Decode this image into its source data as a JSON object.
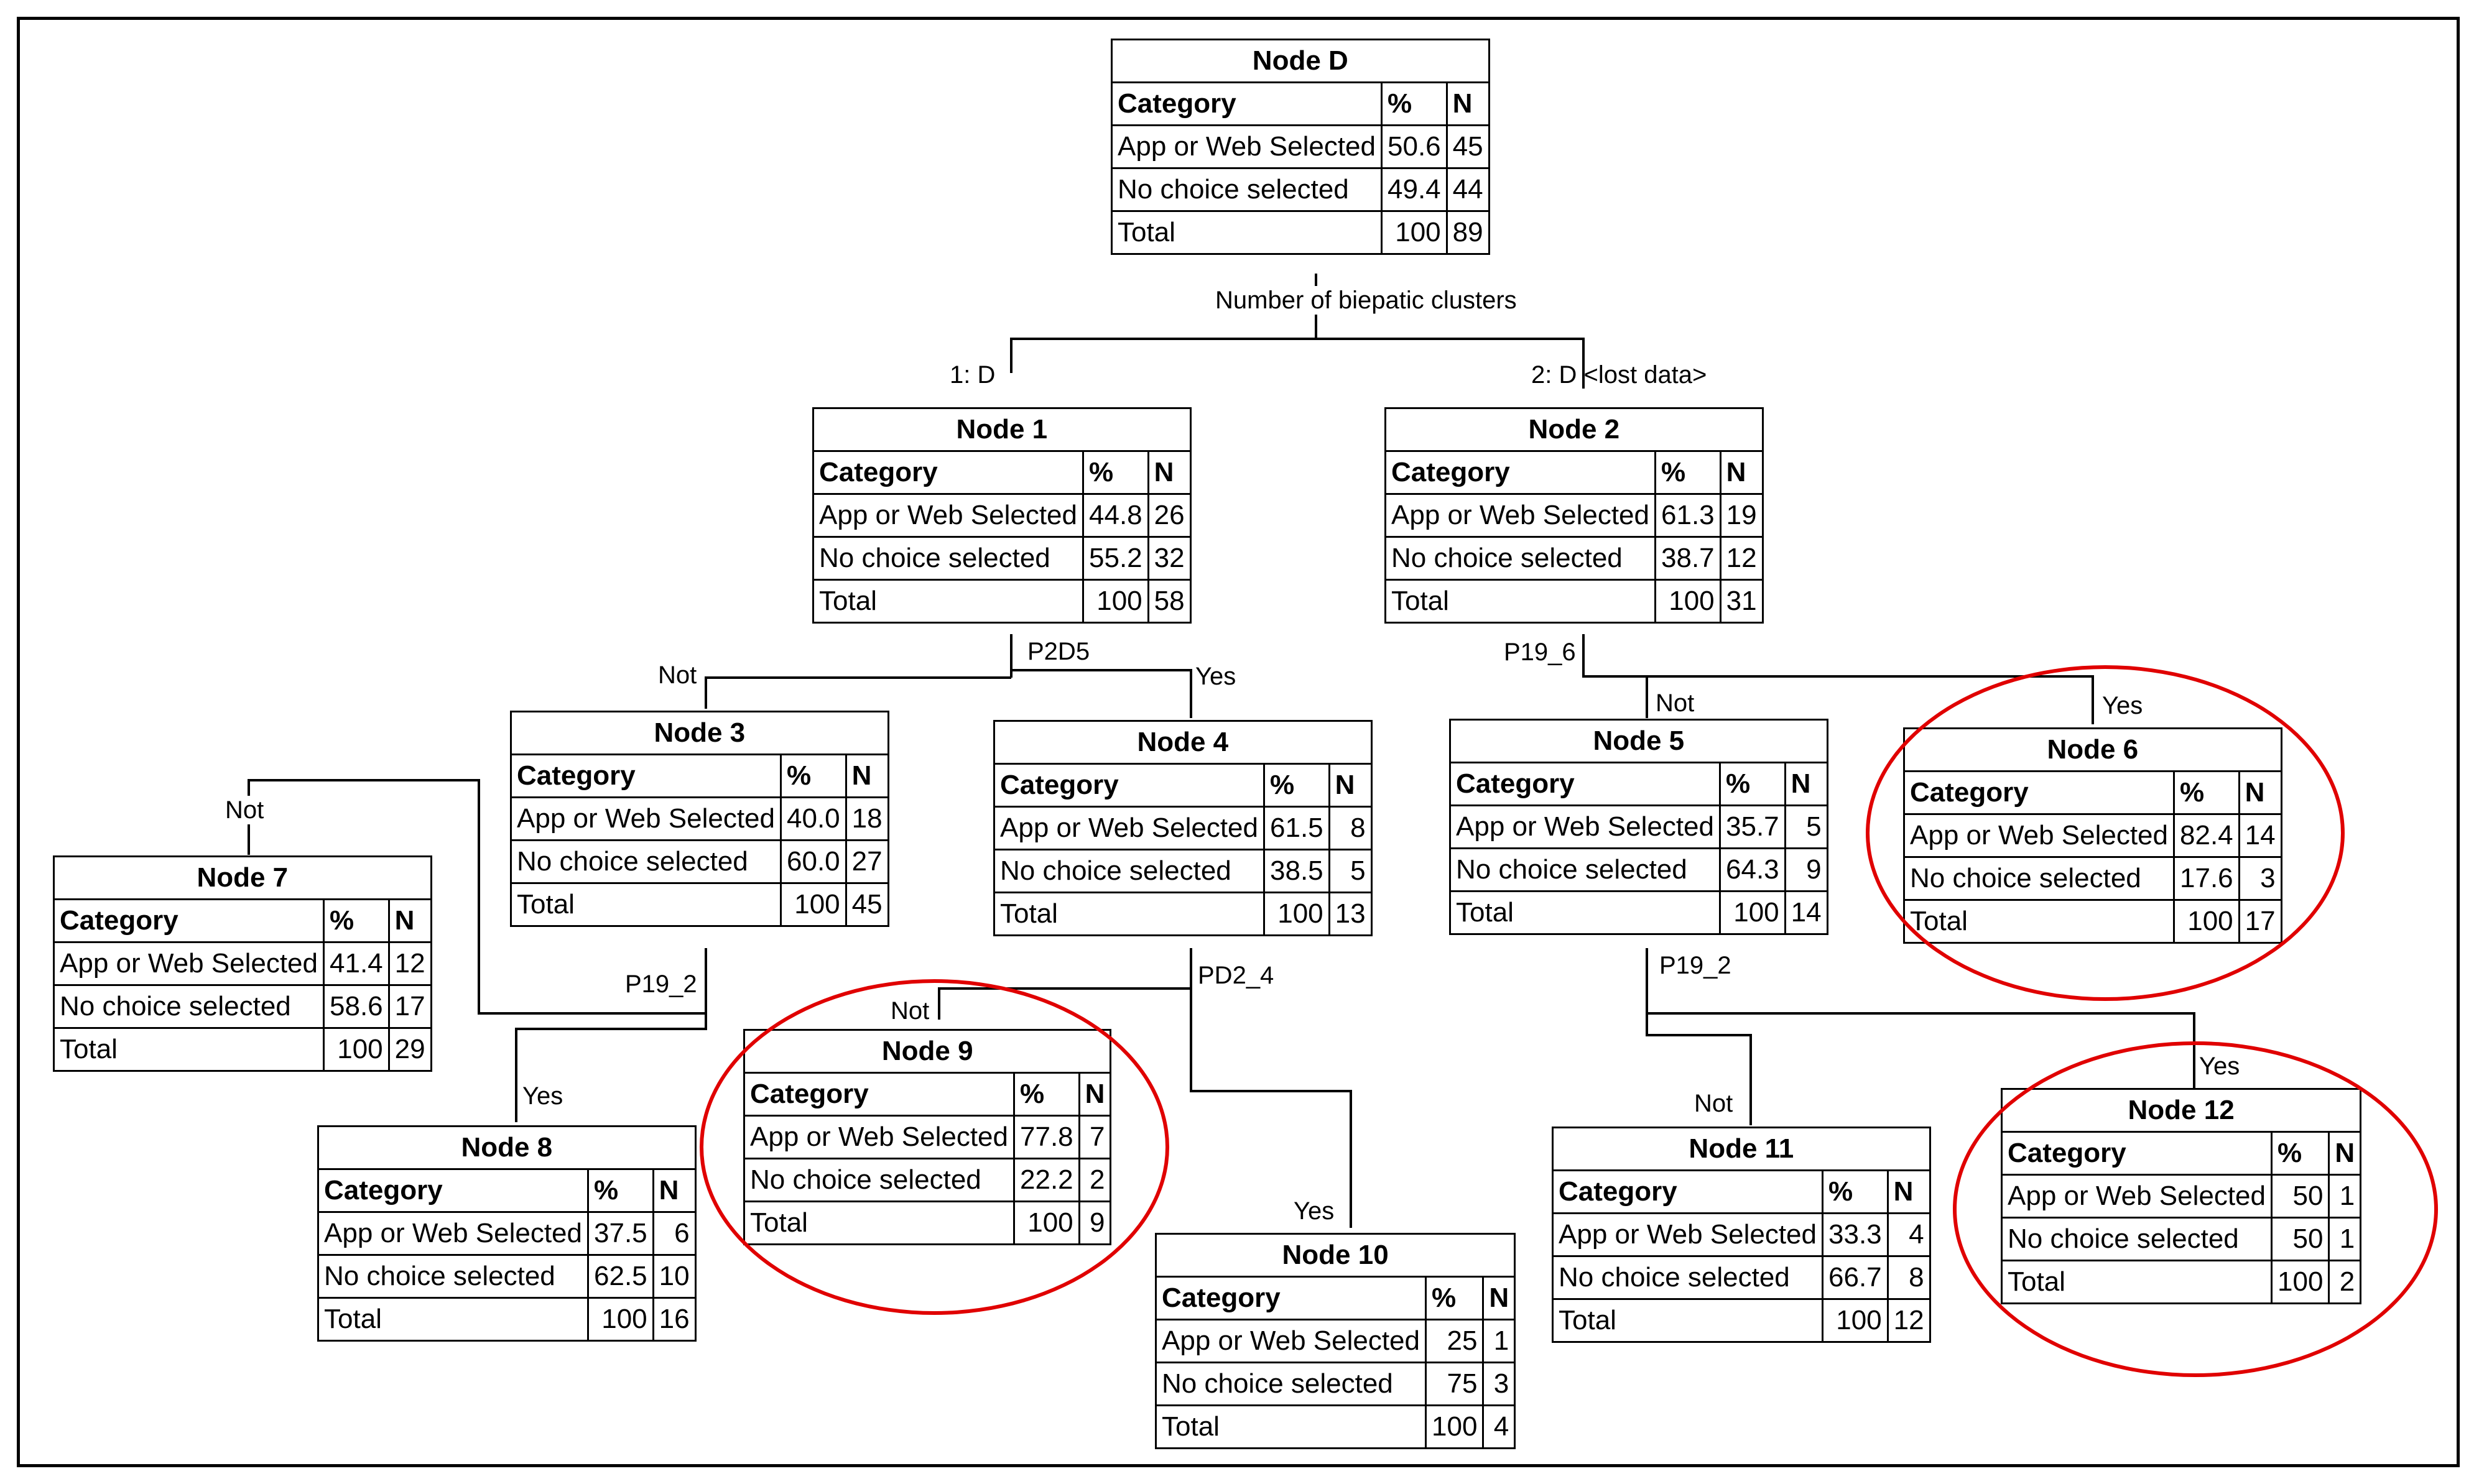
{
  "header_labels": {
    "category": "Category",
    "percent": "%",
    "count": "N"
  },
  "category_labels": {
    "app_web": "App or Web Selected",
    "no_choice": "No choice selected",
    "total": "Total"
  },
  "split_labels": {
    "root": "Number of biepatic clusters",
    "node1": "P2D5",
    "node2": "P19_6",
    "node3": "P19_2",
    "node4": "PD2_4",
    "node5": "P19_2"
  },
  "branch_labels": {
    "to_node1": "1: D",
    "to_node2": "2: D <lost data>",
    "to_node3": "Not",
    "to_node4": "Yes",
    "to_node5": "Not",
    "to_node6": "Yes",
    "to_node7": "Not",
    "to_node8": "Yes",
    "to_node9": "Not",
    "to_node10": "Yes",
    "to_node11": "Not",
    "to_node12": "Yes"
  },
  "highlight_color": "#e00000",
  "nodes": {
    "nodeD": {
      "title": "Node D",
      "rows": [
        {
          "pct": "50.6",
          "n": "45"
        },
        {
          "pct": "49.4",
          "n": "44"
        },
        {
          "pct": "100",
          "n": "89"
        }
      ]
    },
    "node1": {
      "title": "Node 1",
      "rows": [
        {
          "pct": "44.8",
          "n": "26"
        },
        {
          "pct": "55.2",
          "n": "32"
        },
        {
          "pct": "100",
          "n": "58"
        }
      ]
    },
    "node2": {
      "title": "Node 2",
      "rows": [
        {
          "pct": "61.3",
          "n": "19"
        },
        {
          "pct": "38.7",
          "n": "12"
        },
        {
          "pct": "100",
          "n": "31"
        }
      ]
    },
    "node3": {
      "title": "Node 3",
      "rows": [
        {
          "pct": "40.0",
          "n": "18"
        },
        {
          "pct": "60.0",
          "n": "27"
        },
        {
          "pct": "100",
          "n": "45"
        }
      ]
    },
    "node4": {
      "title": "Node 4",
      "rows": [
        {
          "pct": "61.5",
          "n": "8"
        },
        {
          "pct": "38.5",
          "n": "5"
        },
        {
          "pct": "100",
          "n": "13"
        }
      ]
    },
    "node5": {
      "title": "Node 5",
      "rows": [
        {
          "pct": "35.7",
          "n": "5"
        },
        {
          "pct": "64.3",
          "n": "9"
        },
        {
          "pct": "100",
          "n": "14"
        }
      ]
    },
    "node6": {
      "title": "Node 6",
      "rows": [
        {
          "pct": "82.4",
          "n": "14"
        },
        {
          "pct": "17.6",
          "n": "3"
        },
        {
          "pct": "100",
          "n": "17"
        }
      ]
    },
    "node7": {
      "title": "Node 7",
      "rows": [
        {
          "pct": "41.4",
          "n": "12"
        },
        {
          "pct": "58.6",
          "n": "17"
        },
        {
          "pct": "100",
          "n": "29"
        }
      ]
    },
    "node8": {
      "title": "Node 8",
      "rows": [
        {
          "pct": "37.5",
          "n": "6"
        },
        {
          "pct": "62.5",
          "n": "10"
        },
        {
          "pct": "100",
          "n": "16"
        }
      ]
    },
    "node9": {
      "title": "Node 9",
      "rows": [
        {
          "pct": "77.8",
          "n": "7"
        },
        {
          "pct": "22.2",
          "n": "2"
        },
        {
          "pct": "100",
          "n": "9"
        }
      ]
    },
    "node10": {
      "title": "Node 10",
      "rows": [
        {
          "pct": "25",
          "n": "1"
        },
        {
          "pct": "75",
          "n": "3"
        },
        {
          "pct": "100",
          "n": "4"
        }
      ]
    },
    "node11": {
      "title": "Node 11",
      "rows": [
        {
          "pct": "33.3",
          "n": "4"
        },
        {
          "pct": "66.7",
          "n": "8"
        },
        {
          "pct": "100",
          "n": "12"
        }
      ]
    },
    "node12": {
      "title": "Node 12",
      "rows": [
        {
          "pct": "50",
          "n": "1"
        },
        {
          "pct": "50",
          "n": "1"
        },
        {
          "pct": "100",
          "n": "2"
        }
      ]
    }
  }
}
